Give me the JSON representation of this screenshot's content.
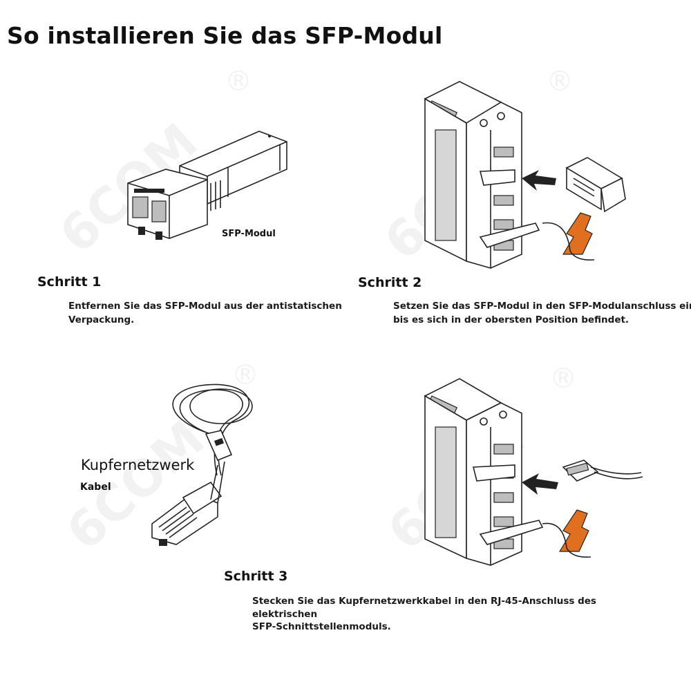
{
  "page": {
    "title": "So installieren Sie das SFP-Modul"
  },
  "watermark": {
    "brand": "6COM",
    "registered": "®"
  },
  "step1": {
    "heading": "Schritt 1",
    "image_label": "SFP-Modul",
    "description_lines": [
      "Entfernen Sie das SFP-Modul aus der antistatischen",
      "Verpackung."
    ]
  },
  "step2": {
    "heading": "Schritt 2",
    "description_lines": [
      "Setzen Sie das SFP-Modul in den SFP-Modulanschluss ein,",
      "bis es sich in der obersten Position befindet."
    ]
  },
  "step3": {
    "heading": "Schritt 3",
    "cable_label": "Kupfernetzwerk",
    "cable_sublabel": "Kabel",
    "description_lines": [
      "Stecken Sie das Kupfernetzwerkkabel in den RJ-45-Anschluss des",
      "elektrischen",
      "SFP-Schnittstellenmoduls."
    ]
  },
  "colors": {
    "lever_orange": "#e07020",
    "line": "#222222",
    "background": "#ffffff"
  },
  "icons": {
    "sfp_module": "sfp-module-illustration",
    "switch_insert": "switch-insert-illustration",
    "cable": "rj45-cable-illustration",
    "switch_cable": "switch-cable-illustration"
  }
}
